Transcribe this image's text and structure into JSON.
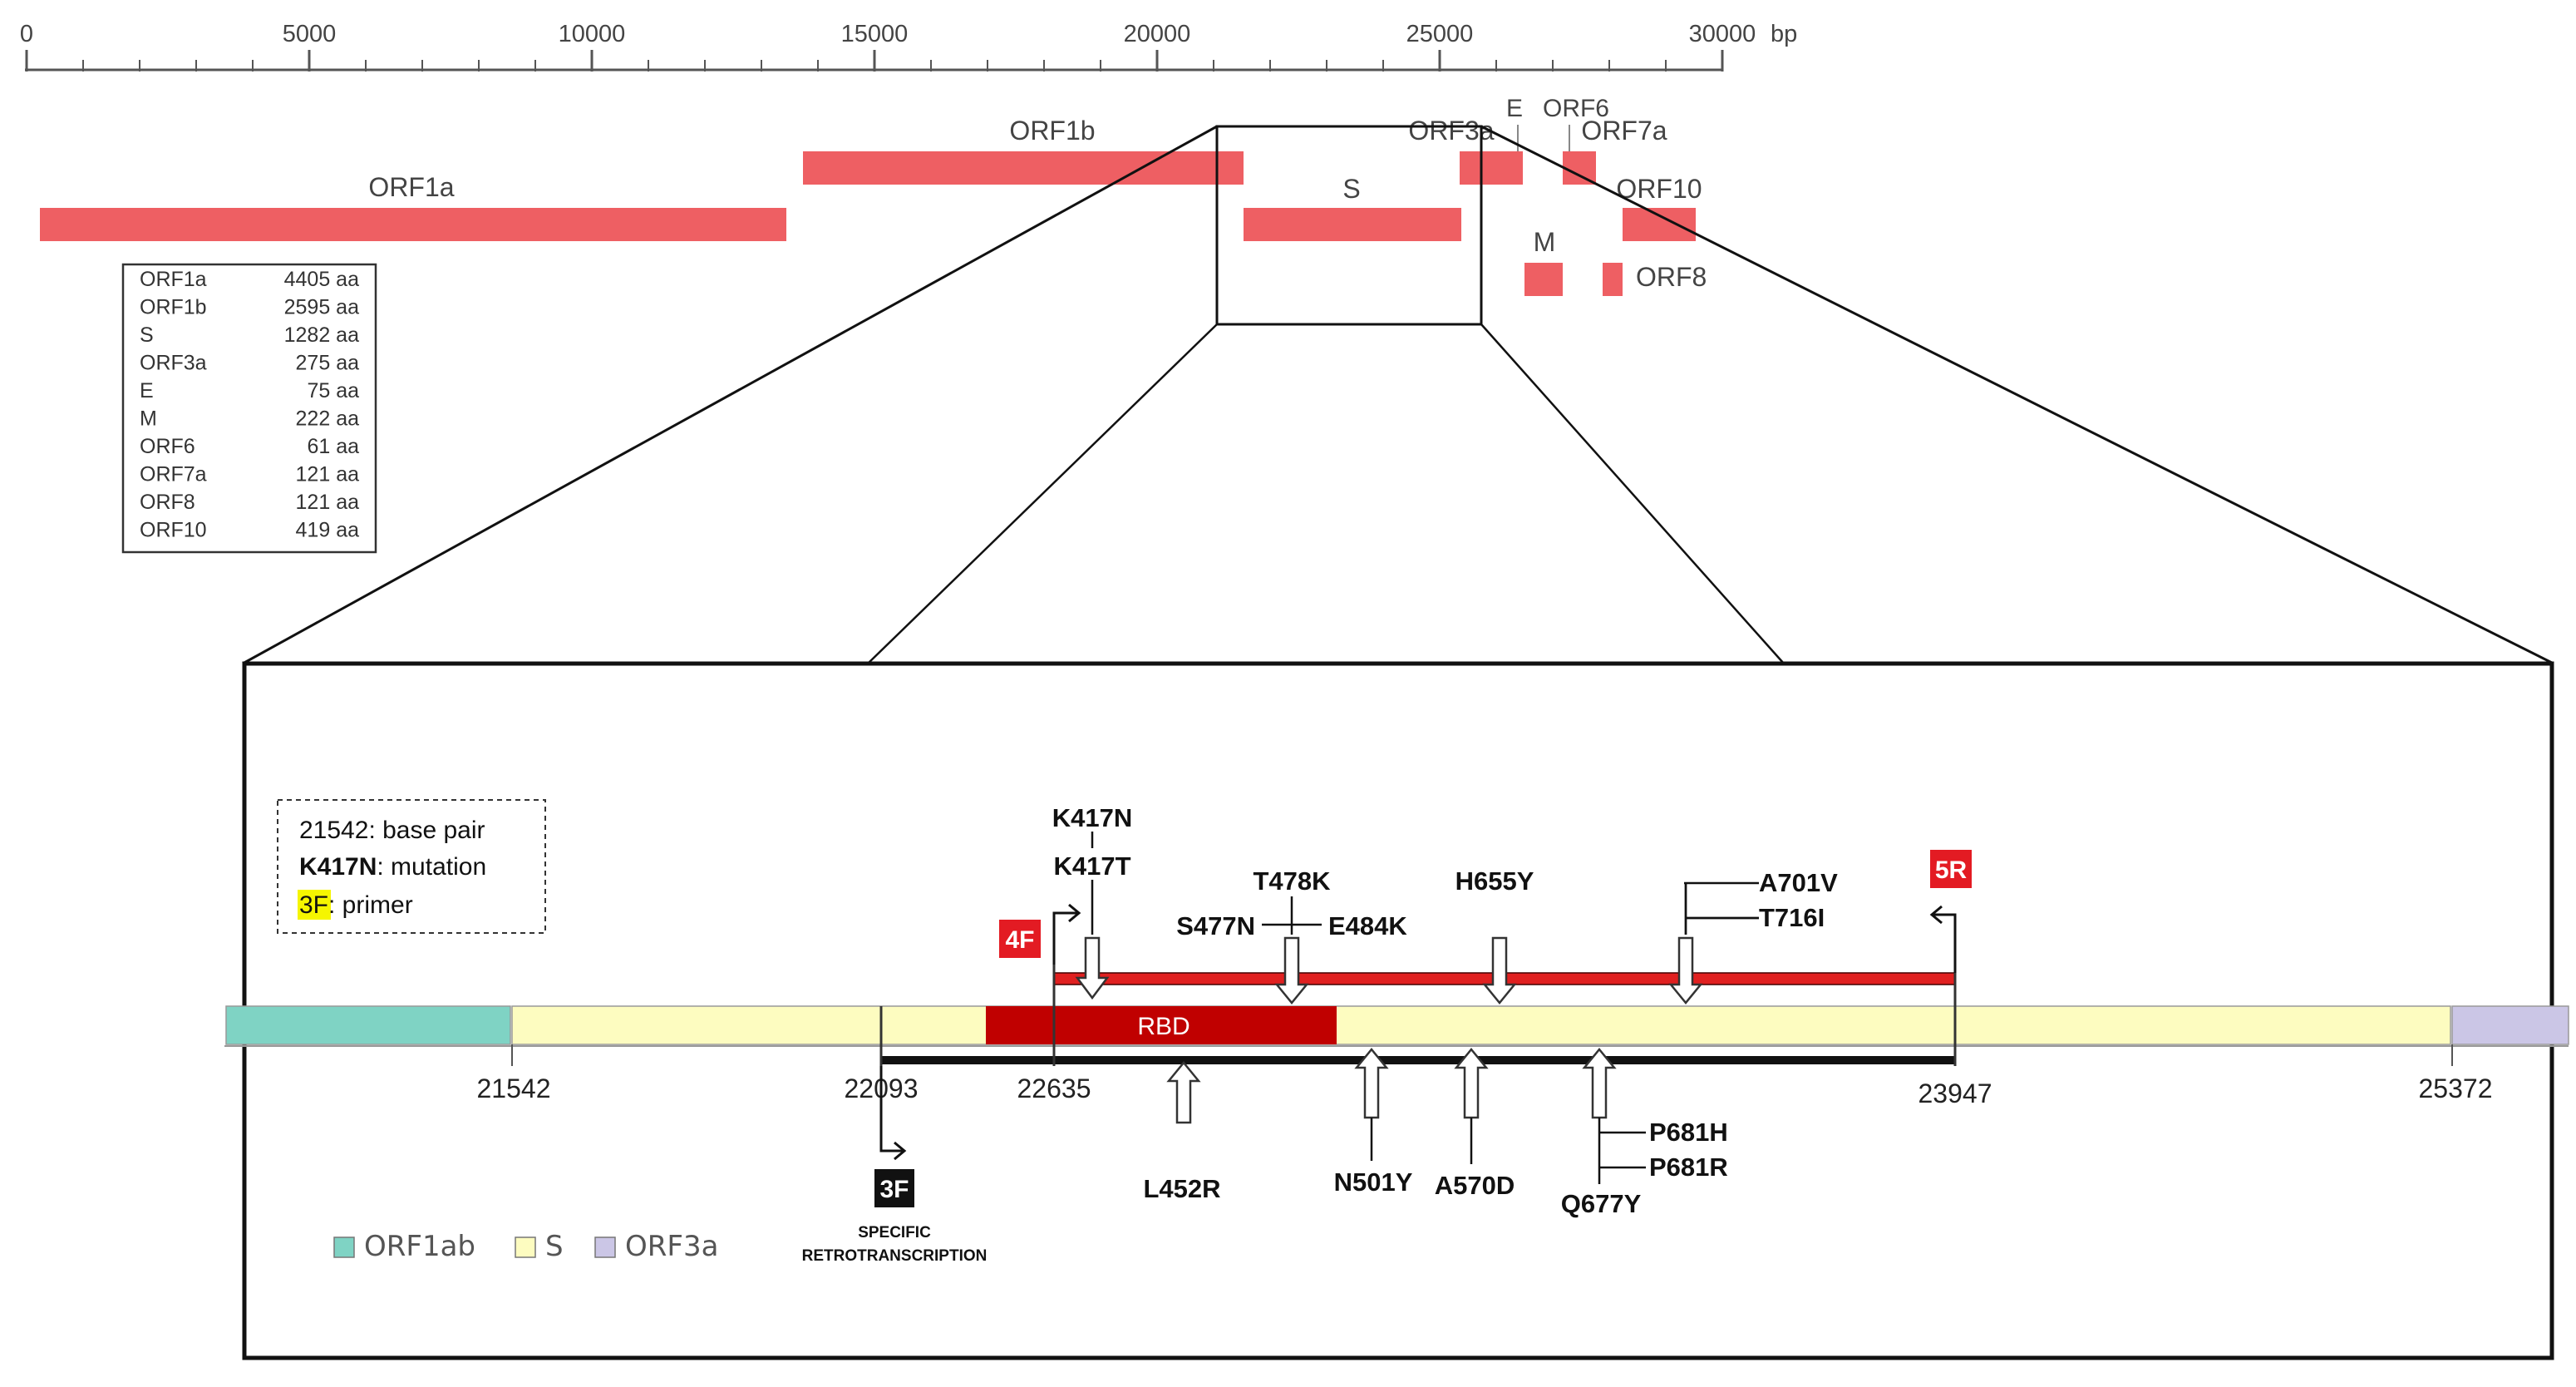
{
  "ruler": {
    "ticks": [
      "0",
      "5000",
      "10000",
      "15000",
      "20000",
      "25000",
      "30000"
    ],
    "unit": "bp"
  },
  "genes": {
    "orf1a": "ORF1a",
    "orf1b": "ORF1b",
    "s": "S",
    "orf3a": "ORF3a",
    "e": "E",
    "orf6": "ORF6",
    "orf7a": "ORF7a",
    "orf10": "ORF10",
    "m": "M",
    "orf8": "ORF8"
  },
  "length_table": [
    {
      "gene": "ORF1a",
      "len": "4405 aa"
    },
    {
      "gene": "ORF1b",
      "len": "2595 aa"
    },
    {
      "gene": "S",
      "len": "1282 aa"
    },
    {
      "gene": "ORF3a",
      "len": "275 aa"
    },
    {
      "gene": "E",
      "len": "75 aa"
    },
    {
      "gene": "M",
      "len": "222 aa"
    },
    {
      "gene": "ORF6",
      "len": "61 aa"
    },
    {
      "gene": "ORF7a",
      "len": "121 aa"
    },
    {
      "gene": "ORF8",
      "len": "121 aa"
    },
    {
      "gene": "ORF10",
      "len": "419 aa"
    }
  ],
  "key": {
    "bp_example": "21542",
    "bp_desc": ": base pair",
    "mut_example": "K417N",
    "mut_desc": ": mutation",
    "primer_example": "3F",
    "primer_desc": ": primer"
  },
  "positions": {
    "p21542": "21542",
    "p22093": "22093",
    "p22635": "22635",
    "p23947": "23947",
    "p25372": "25372"
  },
  "rbd_label": "RBD",
  "primers": {
    "f4": "4F",
    "r5": "5R",
    "f3": "3F",
    "f3_note_line1": "SPECIFIC",
    "f3_note_line2": "RETROTRANSCRIPTION"
  },
  "mutations_top": {
    "k417n": "K417N",
    "k417t": "K417T",
    "t478k": "T478K",
    "s477n": "S477N",
    "e484k": "E484K",
    "h655y": "H655Y",
    "a701v": "A701V",
    "t716i": "T716I"
  },
  "mutations_bottom": {
    "l452r": "L452R",
    "n501y": "N501Y",
    "a570d": "A570D",
    "q677y": "Q677Y",
    "p681h": "P681H",
    "p681r": "P681R"
  },
  "legend": [
    {
      "label": "ORF1ab",
      "color": "#7fd3c4"
    },
    {
      "label": "S",
      "color": "#fdfcc0"
    },
    {
      "label": "ORF3a",
      "color": "#cbc6e6"
    }
  ],
  "colors": {
    "gene_bar": "#ee5f63",
    "rbd": "#c00000",
    "amplicon": "#e02020",
    "primer_red": "#e31b23",
    "primer_black": "#111111",
    "primer_highlight": "#f5f500"
  }
}
